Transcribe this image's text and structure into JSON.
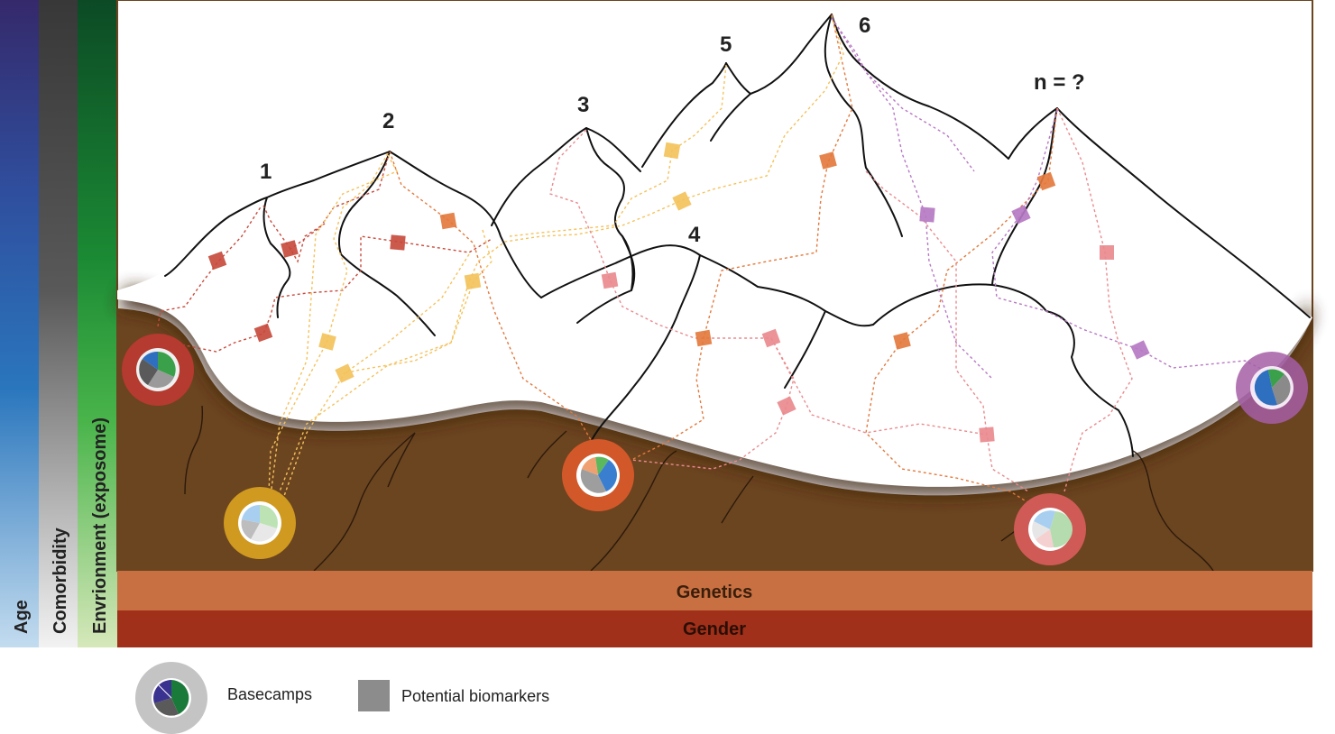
{
  "bands": {
    "age": "Age",
    "comorbidity": "Comorbidity",
    "environment": "Envrionment (exposome)",
    "genetics": "Genetics",
    "gender": "Gender"
  },
  "peaks": [
    "1",
    "2",
    "3",
    "4",
    "5",
    "6",
    "n = ?"
  ],
  "legend": {
    "basecamps": "Basecamps",
    "biomarkers": "Potential biomarkers"
  },
  "colors": {
    "age_top": "#35296b",
    "age_bottom": "#b9d6ec",
    "comorbidity_top": "#3a3a3a",
    "comorbidity_bottom": "#f2f2f2",
    "environment_top": "#0c4a25",
    "environment_bottom": "#cfe3b0",
    "ground": "#6b4420",
    "genetics": "#c87042",
    "gender": "#a0301a",
    "basecamp_red": "#b53a2f",
    "basecamp_gold": "#cf9a1f",
    "basecamp_orange": "#d2582a",
    "basecamp_pink": "#cf5a56",
    "basecamp_purple": "#a55ea6",
    "marker_red": "#c74b3c",
    "marker_orange": "#e3793d",
    "marker_yellow": "#f4c25c",
    "marker_pink": "#ea8a8e",
    "marker_purple": "#b779c4"
  }
}
